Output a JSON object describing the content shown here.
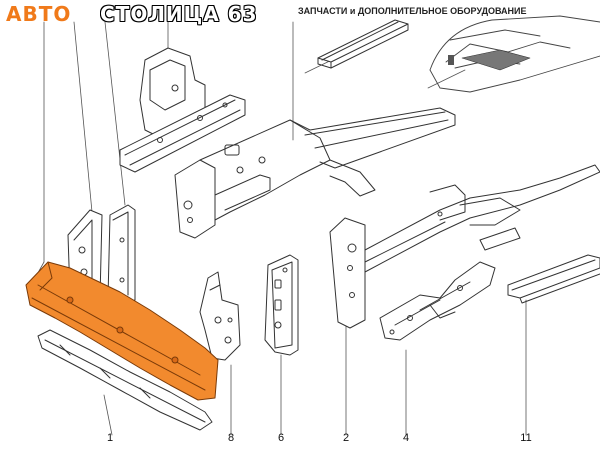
{
  "header": {
    "brand_part1": "АВТО",
    "brand_part2": "СТОЛИЦА 63",
    "subtitle": "ЗАПЧАСТИ и ДОПОЛНИТЕЛЬНОЕ ОБОРУДОВАНИЕ"
  },
  "colors": {
    "brand_orange": "#f07a1a",
    "highlight_part": "#f28a2e",
    "line_art": "#333333"
  },
  "part_labels": [
    "1",
    "8",
    "6",
    "2",
    "4",
    "11"
  ]
}
